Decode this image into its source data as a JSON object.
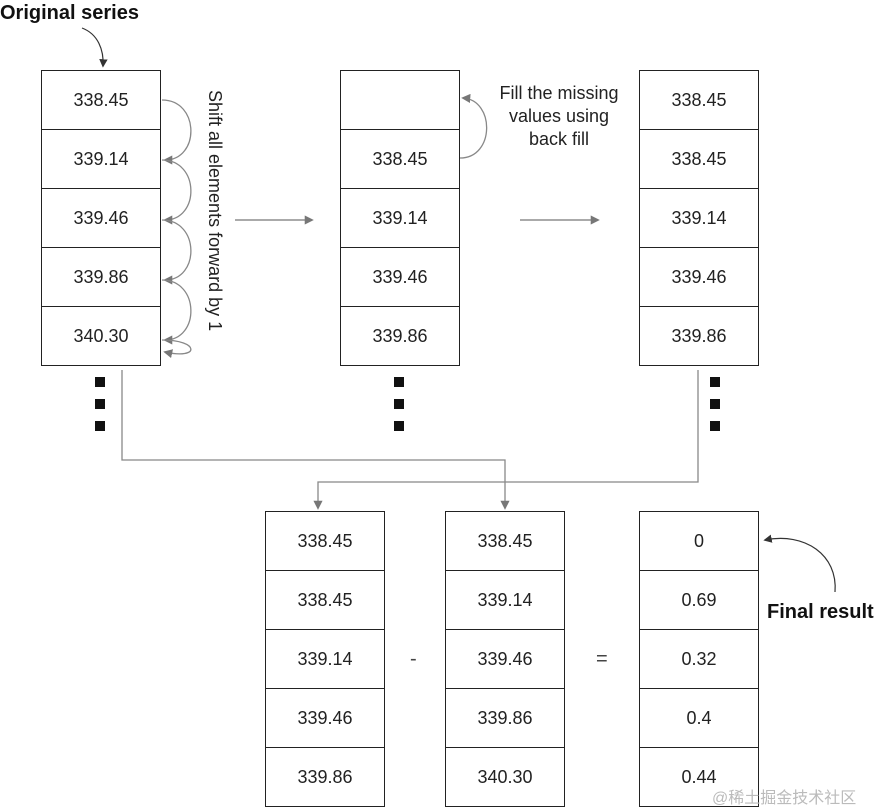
{
  "labels": {
    "original_series": "Original series",
    "shift_note": "Shift all elements forward by 1",
    "fill_note": "Fill the missing values using back fill",
    "final_result": "Final result",
    "minus": "-",
    "equals": "="
  },
  "columns": {
    "original": [
      "338.45",
      "339.14",
      "339.46",
      "339.86",
      "340.30"
    ],
    "shifted": [
      "",
      "338.45",
      "339.14",
      "339.46",
      "339.86"
    ],
    "backfilled": [
      "338.45",
      "338.45",
      "339.14",
      "339.46",
      "339.86"
    ],
    "operand_left": [
      "338.45",
      "338.45",
      "339.14",
      "339.46",
      "339.86"
    ],
    "operand_right": [
      "338.45",
      "339.14",
      "339.46",
      "339.86",
      "340.30"
    ],
    "result": [
      "0",
      "0.69",
      "0.32",
      "0.4",
      "0.44"
    ]
  },
  "watermark": "@稀土掘金技术社区"
}
